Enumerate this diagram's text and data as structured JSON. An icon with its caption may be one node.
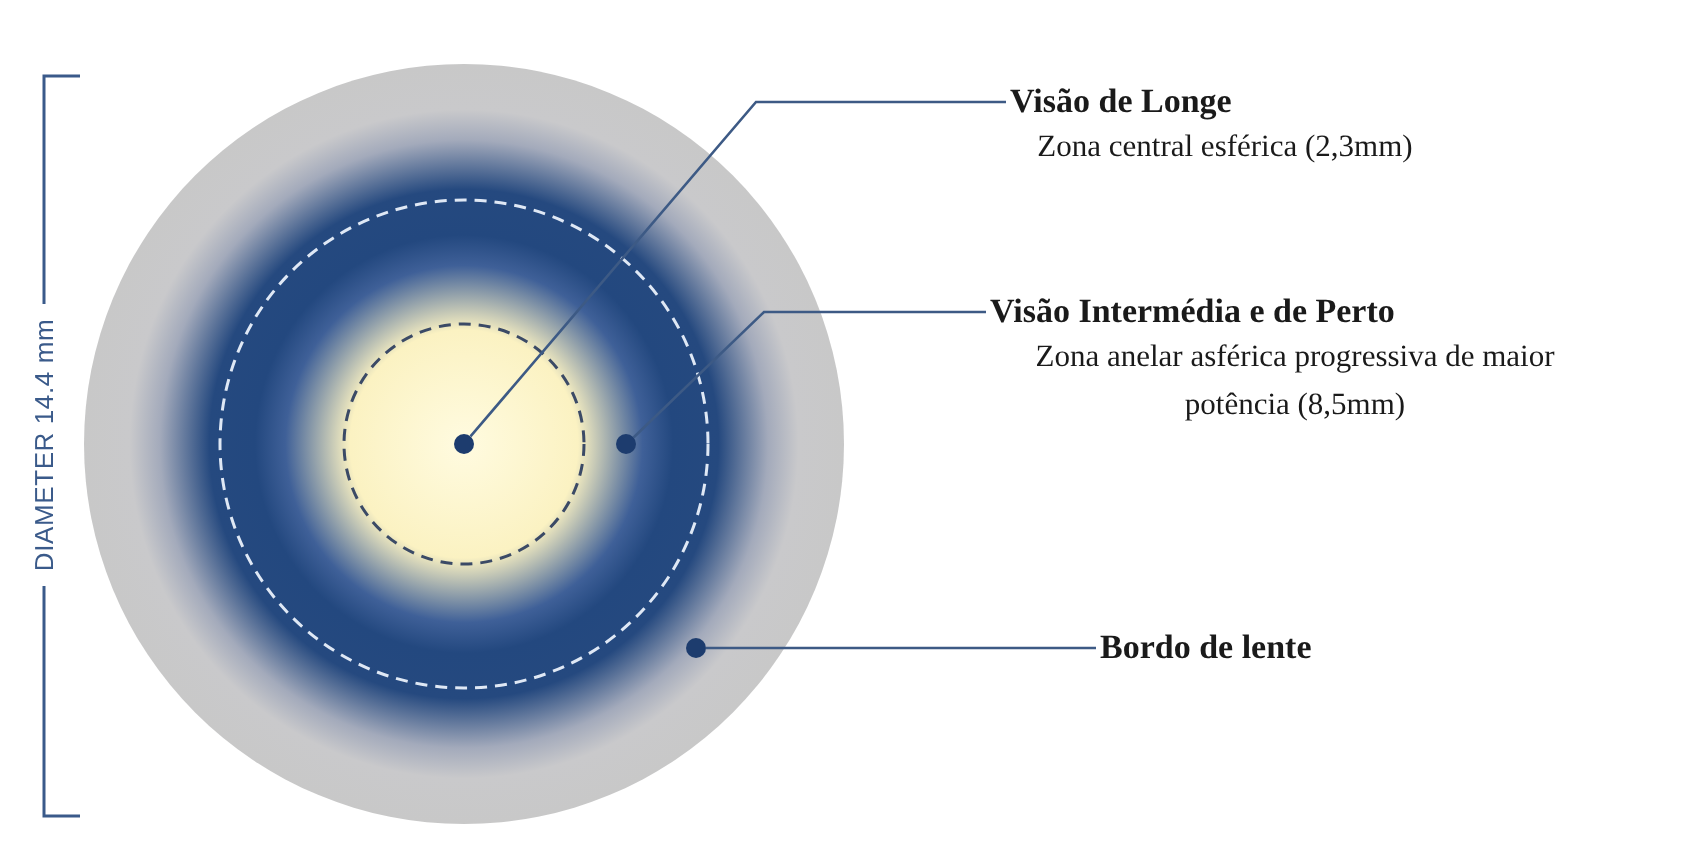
{
  "diagram": {
    "nodes": [
      {
        "text": [
          "Visão de Longe",
          "Zona central esférica (2,3mm)"
        ]
      },
      {
        "text": [
          "Visão Intermédia e de Perto",
          "Zona anelar asférica progressiva de maior potência (8,5mm)"
        ]
      },
      {
        "text": [
          "Bordo de lente"
        ]
      },
      {
        "text": [],
        "shape": "circle"
      },
      {
        "text": [],
        "shape": "circle"
      },
      {
        "text": [],
        "shape": "circle"
      }
    ],
    "edges": [
      {
        "from": 0,
        "to": 3,
        "arrow": "none"
      },
      {
        "from": 1,
        "to": 4,
        "arrow": "none"
      },
      {
        "from": 2,
        "to": 5,
        "arrow": "none"
      }
    ],
    "labels": [
      "DIAMETER 14.4 mm"
    ]
  }
}
